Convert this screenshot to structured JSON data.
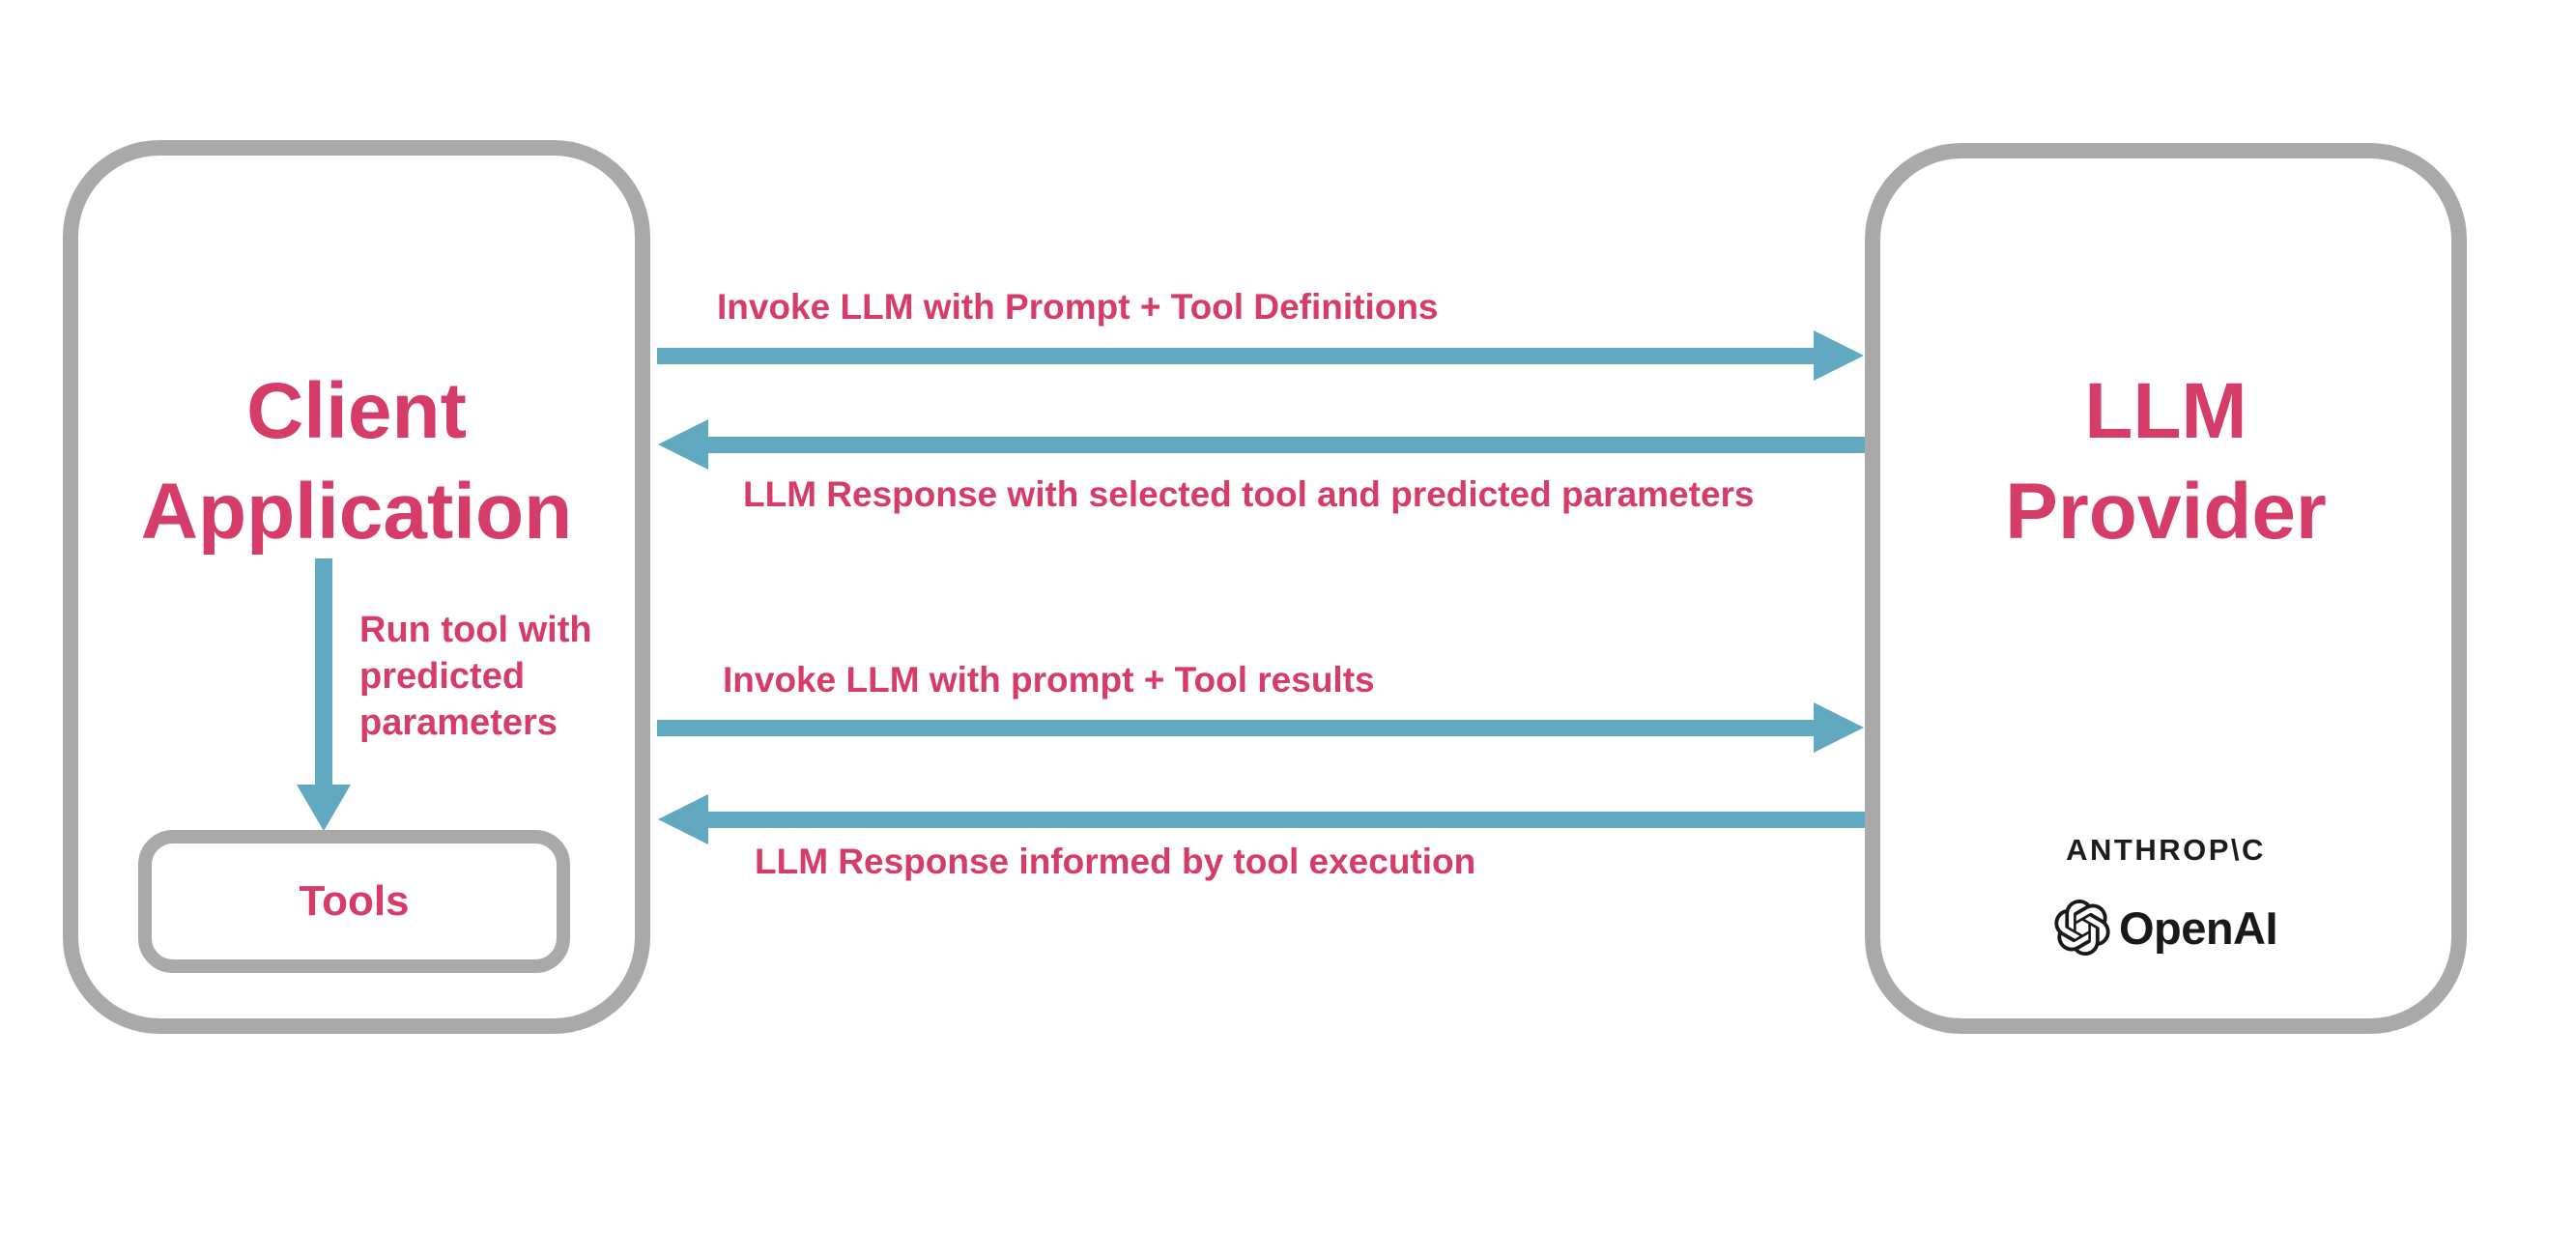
{
  "colors": {
    "accent_pink": "#d63c68",
    "arrow_blue": "#61a8c1",
    "border_gray": "#a9a9a9",
    "logo_black": "#1c1c1c"
  },
  "client_box": {
    "title_lines": [
      "Client",
      "Application"
    ],
    "run_tool_label_lines": [
      "Run tool with",
      "predicted",
      "parameters"
    ],
    "tools_label": "Tools"
  },
  "llm_box": {
    "title_lines": [
      "LLM",
      "Provider"
    ],
    "anthropic_wordmark": "ANTHROP\\C",
    "openai_wordmark": "OpenAI"
  },
  "arrows": [
    {
      "direction": "right",
      "label": "Invoke LLM with Prompt + Tool Definitions"
    },
    {
      "direction": "left",
      "label": "LLM Response with selected tool and predicted parameters"
    },
    {
      "direction": "right",
      "label": "Invoke LLM with prompt + Tool results"
    },
    {
      "direction": "left",
      "label": "LLM Response informed by tool execution"
    },
    {
      "direction": "down",
      "label": "Run tool with predicted parameters"
    }
  ]
}
